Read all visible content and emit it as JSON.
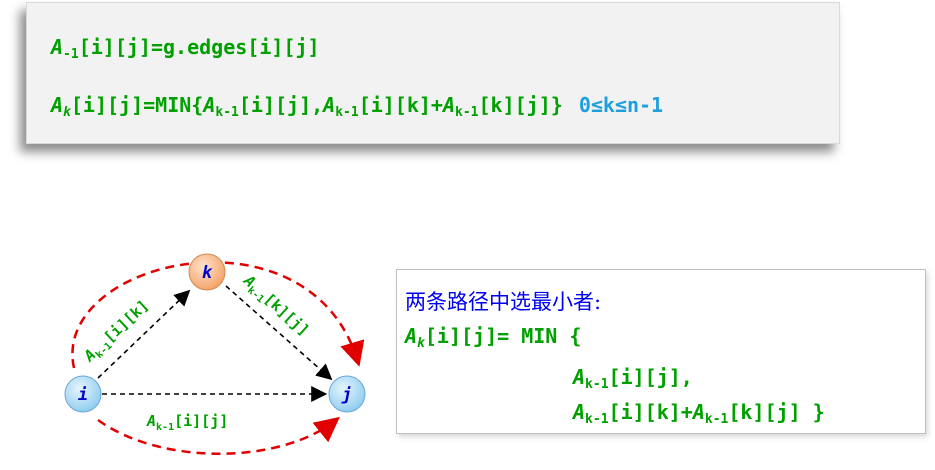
{
  "formula": {
    "line1": {
      "a": "A",
      "sub": "-1",
      "rest": "[i][j]=g.edges[i][j]"
    },
    "line2": {
      "a": "A",
      "sub": "k",
      "rest1": "[i][j]=MIN{",
      "t1a": "A",
      "t1sub": "k-1",
      "t1rest": "[i][j],",
      "t2a": "A",
      "t2sub": "k-1",
      "t2rest": "[i][k]+",
      "t3a": "A",
      "t3sub": "k-1",
      "t3rest": "[k][j]}",
      "range": "0≤k≤n-1"
    }
  },
  "graph": {
    "nodes": {
      "i": "i",
      "k": "k",
      "j": "j"
    },
    "edges": {
      "ik": {
        "a": "A",
        "sub": "k-1",
        "rest": "[i][k]"
      },
      "kj": {
        "a": "A",
        "sub": "k-1",
        "rest": "[k][j]"
      },
      "ij": {
        "a": "A",
        "sub": "k-1",
        "rest": "[i][j]"
      }
    },
    "colors": {
      "node_i": "#bfe3f7",
      "node_k": "#f9c49a",
      "dashed_red": "#e00000",
      "label_green": "#00a000"
    }
  },
  "result": {
    "title": "两条路径中选最小者:",
    "line2": {
      "a": "A",
      "sub": "k",
      "rest": "[i][j]= MIN {"
    },
    "line3": {
      "a": "A",
      "sub": "k-1",
      "rest": "[i][j],"
    },
    "line4": {
      "a": "A",
      "sub": "k-1",
      "rest1": "[i][k]+",
      "b": "A",
      "sub2": "k-1",
      "rest2": "[k][j] }"
    }
  }
}
